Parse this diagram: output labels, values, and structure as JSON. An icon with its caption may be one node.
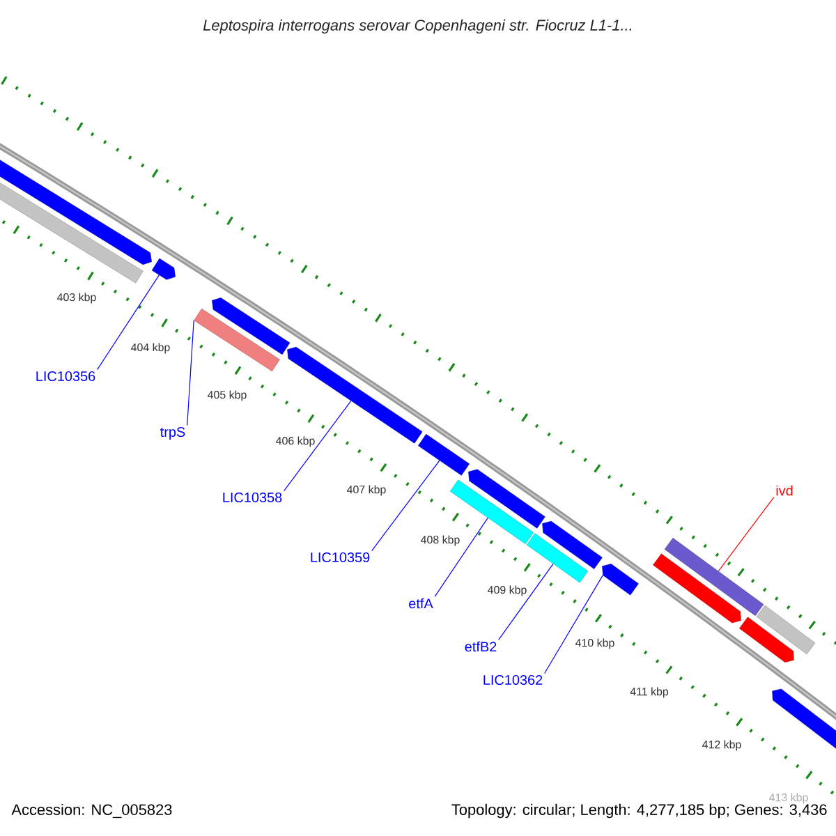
{
  "diagram": {
    "title": "Leptospira interrogans serovar Copenhageni str. Fiocruz L1-1...",
    "nodes": [
      {
        "text": [],
        "shape": "bar"
      },
      {
        "text": [],
        "shape": "bar"
      },
      {
        "text": [],
        "shape": "bar"
      },
      {
        "text": [],
        "shape": "bar"
      },
      {
        "text": [],
        "shape": "bar"
      },
      {
        "text": [],
        "shape": "bar"
      },
      {
        "text": [],
        "shape": "bar"
      },
      {
        "text": [],
        "shape": "bar"
      },
      {
        "text": [],
        "shape": "bar"
      },
      {
        "text": [],
        "shape": "bar"
      },
      {
        "text": [],
        "shape": "bar"
      },
      {
        "text": [],
        "shape": "bar"
      },
      {
        "text": [],
        "shape": "bar"
      },
      {
        "text": [],
        "shape": "bar"
      },
      {
        "text": [],
        "shape": "bar"
      },
      {
        "text": [],
        "shape": "bar"
      },
      {
        "text": [],
        "shape": "bar"
      },
      {
        "text": [
          "LIC10356"
        ]
      },
      {
        "text": [
          "trpS"
        ]
      },
      {
        "text": [
          "ivd"
        ]
      },
      {
        "text": [
          "LIC10358"
        ]
      },
      {
        "text": [
          "LIC10359"
        ]
      },
      {
        "text": [
          "etfA"
        ]
      },
      {
        "text": [
          "etfB2"
        ]
      },
      {
        "text": [
          "LIC10362"
        ]
      }
    ],
    "edges": [
      {
        "from": 17,
        "to": 2,
        "arrow": "none"
      },
      {
        "from": 18,
        "to": 3,
        "arrow": "none"
      },
      {
        "from": 19,
        "to": 13,
        "arrow": "none",
        "color": "#ff0000"
      },
      {
        "from": 20,
        "to": 5,
        "arrow": "none"
      },
      {
        "from": 21,
        "to": 6,
        "arrow": "none"
      },
      {
        "from": 22,
        "to": 7,
        "arrow": "none"
      },
      {
        "from": 23,
        "to": 9,
        "arrow": "none"
      },
      {
        "from": 24,
        "to": 11,
        "arrow": "none"
      }
    ],
    "labels": [
      "403 kbp",
      "404 kbp",
      "405 kbp",
      "406 kbp",
      "407 kbp",
      "408 kbp",
      "409 kbp",
      "410 kbp",
      "411 kbp",
      "412 kbp",
      "413 kbp",
      "Accession: NC_005823",
      "Topology: circular; Length: 4,277,185 bp; Genes: 3,436"
    ]
  }
}
